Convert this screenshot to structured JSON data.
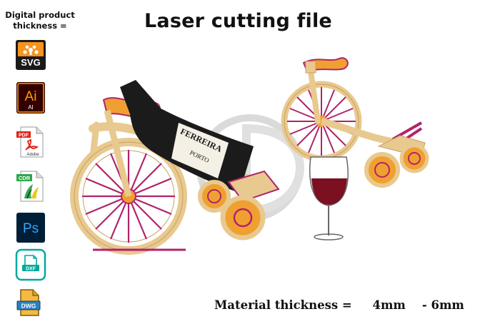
{
  "heading": {
    "line1": "Digital product",
    "line2": "thickness ="
  },
  "title": "Laser cutting file",
  "formats": [
    {
      "label": "SVG",
      "icon": "svg-format-icon",
      "color": "#f7931e"
    },
    {
      "label": "Ai",
      "sublabel": "AI",
      "icon": "adobe-illustrator-icon",
      "color": "#ff9a00"
    },
    {
      "label": "PDF",
      "sublabel": "Adobe",
      "icon": "pdf-file-icon",
      "color": "#e2231a"
    },
    {
      "label": "CDR",
      "icon": "coreldraw-file-icon",
      "color": "#2ea84a"
    },
    {
      "label": "Ps",
      "icon": "photoshop-icon",
      "color": "#31a8ff"
    },
    {
      "label": "DXF",
      "icon": "dxf-file-icon",
      "color": "#00a99d"
    },
    {
      "label": "DWG",
      "icon": "dwg-file-icon",
      "color": "#2a7fc1"
    }
  ],
  "bottle": {
    "label_top": "FERREIRA",
    "label_mid": "PORTO"
  },
  "material": {
    "label": "Material thickness =",
    "min": "4mm",
    "separator": "- 6mm"
  },
  "colors": {
    "wood": "#e8c98f",
    "wood_edge": "#c9a064",
    "accent_magenta": "#b0246a",
    "accent_orange": "#f0a030",
    "bottle": "#1b1b1b",
    "wine": "#7a1020"
  }
}
